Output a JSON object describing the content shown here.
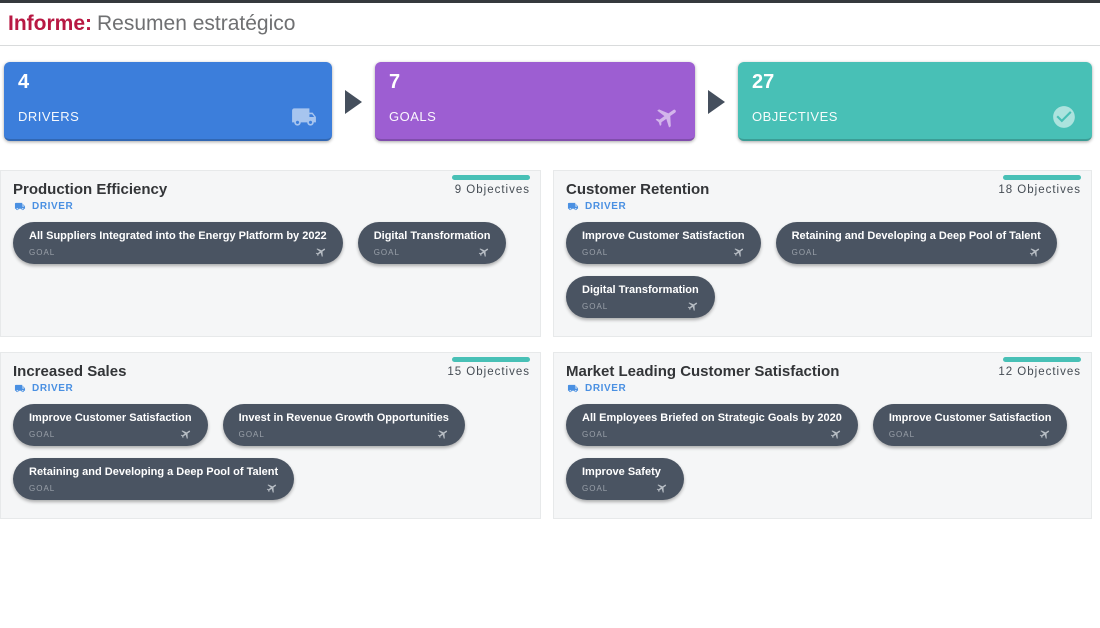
{
  "header": {
    "report_label": "Informe:",
    "report_title": "Resumen estratégico"
  },
  "summary_cards": [
    {
      "count": "4",
      "label": "DRIVERS",
      "icon": "truck-icon",
      "color": "#3c7edb"
    },
    {
      "count": "7",
      "label": "GOALS",
      "icon": "plane-icon",
      "color": "#9d5ed2"
    },
    {
      "count": "27",
      "label": "OBJECTIVES",
      "icon": "check-circle-icon",
      "color": "#48c0b6"
    }
  ],
  "panels": [
    {
      "title": "Production Efficiency",
      "type_label": "DRIVER",
      "objectives_label": "9 Objectives",
      "goals": [
        {
          "title": "All Suppliers Integrated into the Energy Platform by 2022",
          "type_label": "GOAL"
        },
        {
          "title": "Digital Transformation",
          "type_label": "GOAL"
        }
      ]
    },
    {
      "title": "Customer Retention",
      "type_label": "DRIVER",
      "objectives_label": "18 Objectives",
      "goals": [
        {
          "title": "Improve Customer Satisfaction",
          "type_label": "GOAL"
        },
        {
          "title": "Retaining and Developing a Deep Pool of Talent",
          "type_label": "GOAL"
        },
        {
          "title": "Digital Transformation",
          "type_label": "GOAL"
        }
      ]
    },
    {
      "title": "Increased Sales",
      "type_label": "DRIVER",
      "objectives_label": "15 Objectives",
      "goals": [
        {
          "title": "Improve Customer Satisfaction",
          "type_label": "GOAL"
        },
        {
          "title": "Invest in Revenue Growth Opportunities",
          "type_label": "GOAL"
        },
        {
          "title": "Retaining and Developing a Deep Pool of Talent",
          "type_label": "GOAL"
        }
      ]
    },
    {
      "title": "Market Leading Customer Satisfaction",
      "type_label": "DRIVER",
      "objectives_label": "12 Objectives",
      "goals": [
        {
          "title": "All Employees Briefed on Strategic Goals by 2020",
          "type_label": "GOAL"
        },
        {
          "title": "Improve Customer Satisfaction",
          "type_label": "GOAL"
        },
        {
          "title": "Improve Safety",
          "type_label": "GOAL"
        }
      ]
    }
  ],
  "colors": {
    "brand_red": "#b81843",
    "title_gray": "#6f7072",
    "driver_card_blue": "#3c7edb",
    "goal_card_purple": "#9d5ed2",
    "objective_card_teal": "#48c0b6",
    "pill_slate": "#4a5462",
    "driver_label_blue": "#4a90e2",
    "objectives_bar_teal": "#48c0b6",
    "arrow_slate": "#454f5d"
  }
}
